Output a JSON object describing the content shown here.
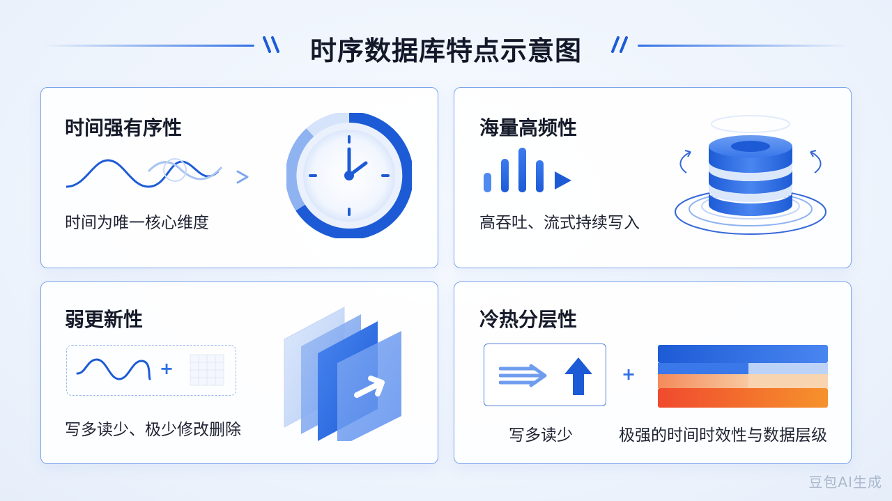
{
  "title": "时序数据库特点示意图",
  "colors": {
    "accent": "#2f6fe4",
    "dark_blue": "#1d5bd6",
    "light_blue": "#bcd3f7",
    "orange": "#f6802c",
    "red": "#f04a2e",
    "peach": "#f7b48a"
  },
  "cards": [
    {
      "title": "时间强有序性",
      "desc": "时间为唯一核心维度",
      "icons": [
        "wave-arrow-icon",
        "clock-icon"
      ]
    },
    {
      "title": "海量高频性",
      "desc": "高吞吐、流式持续写入",
      "icons": [
        "signal-bars-play-icon",
        "database-icon"
      ]
    },
    {
      "title": "弱更新性",
      "desc": "写多读少、极少修改删除",
      "icons": [
        "wave-icon",
        "grid-icon",
        "stacked-pages-arrow-icon"
      ]
    },
    {
      "title": "冷热分层性",
      "desc_left": "写多读少",
      "desc_right": "极强的时间时效性与数据层级",
      "icons": [
        "double-arrow-icon",
        "up-arrow-icon",
        "layer-bars-icon"
      ]
    }
  ],
  "watermark": "豆包AI生成"
}
